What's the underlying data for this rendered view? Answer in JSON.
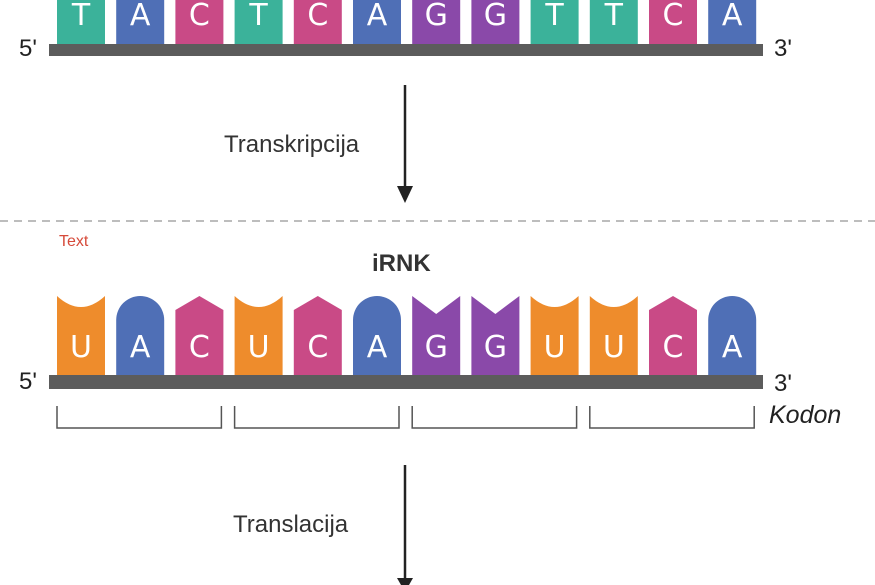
{
  "dna": {
    "five_prime": "5'",
    "three_prime": "3'",
    "bases": [
      "T",
      "A",
      "C",
      "T",
      "C",
      "A",
      "G",
      "G",
      "T",
      "T",
      "C",
      "A"
    ]
  },
  "transcription": {
    "label": "Transkripcija"
  },
  "note": {
    "text": "Text"
  },
  "rna": {
    "title": "iRNK",
    "five_prime": "5'",
    "three_prime": "3'",
    "bases": [
      "U",
      "A",
      "C",
      "U",
      "C",
      "A",
      "G",
      "G",
      "U",
      "U",
      "C",
      "A"
    ]
  },
  "codon": {
    "label": "Kodon",
    "count": 4
  },
  "translation": {
    "label": "Translacija"
  },
  "colors": {
    "T": "#3bb29a",
    "U": "#ee8c2c",
    "A": "#4f6fb6",
    "C": "#c94a86",
    "G": "#8a49a9",
    "backbone": "#5c5c5c",
    "arrow": "#222222",
    "bracket": "#555555",
    "divider": "#bdbdbd"
  }
}
